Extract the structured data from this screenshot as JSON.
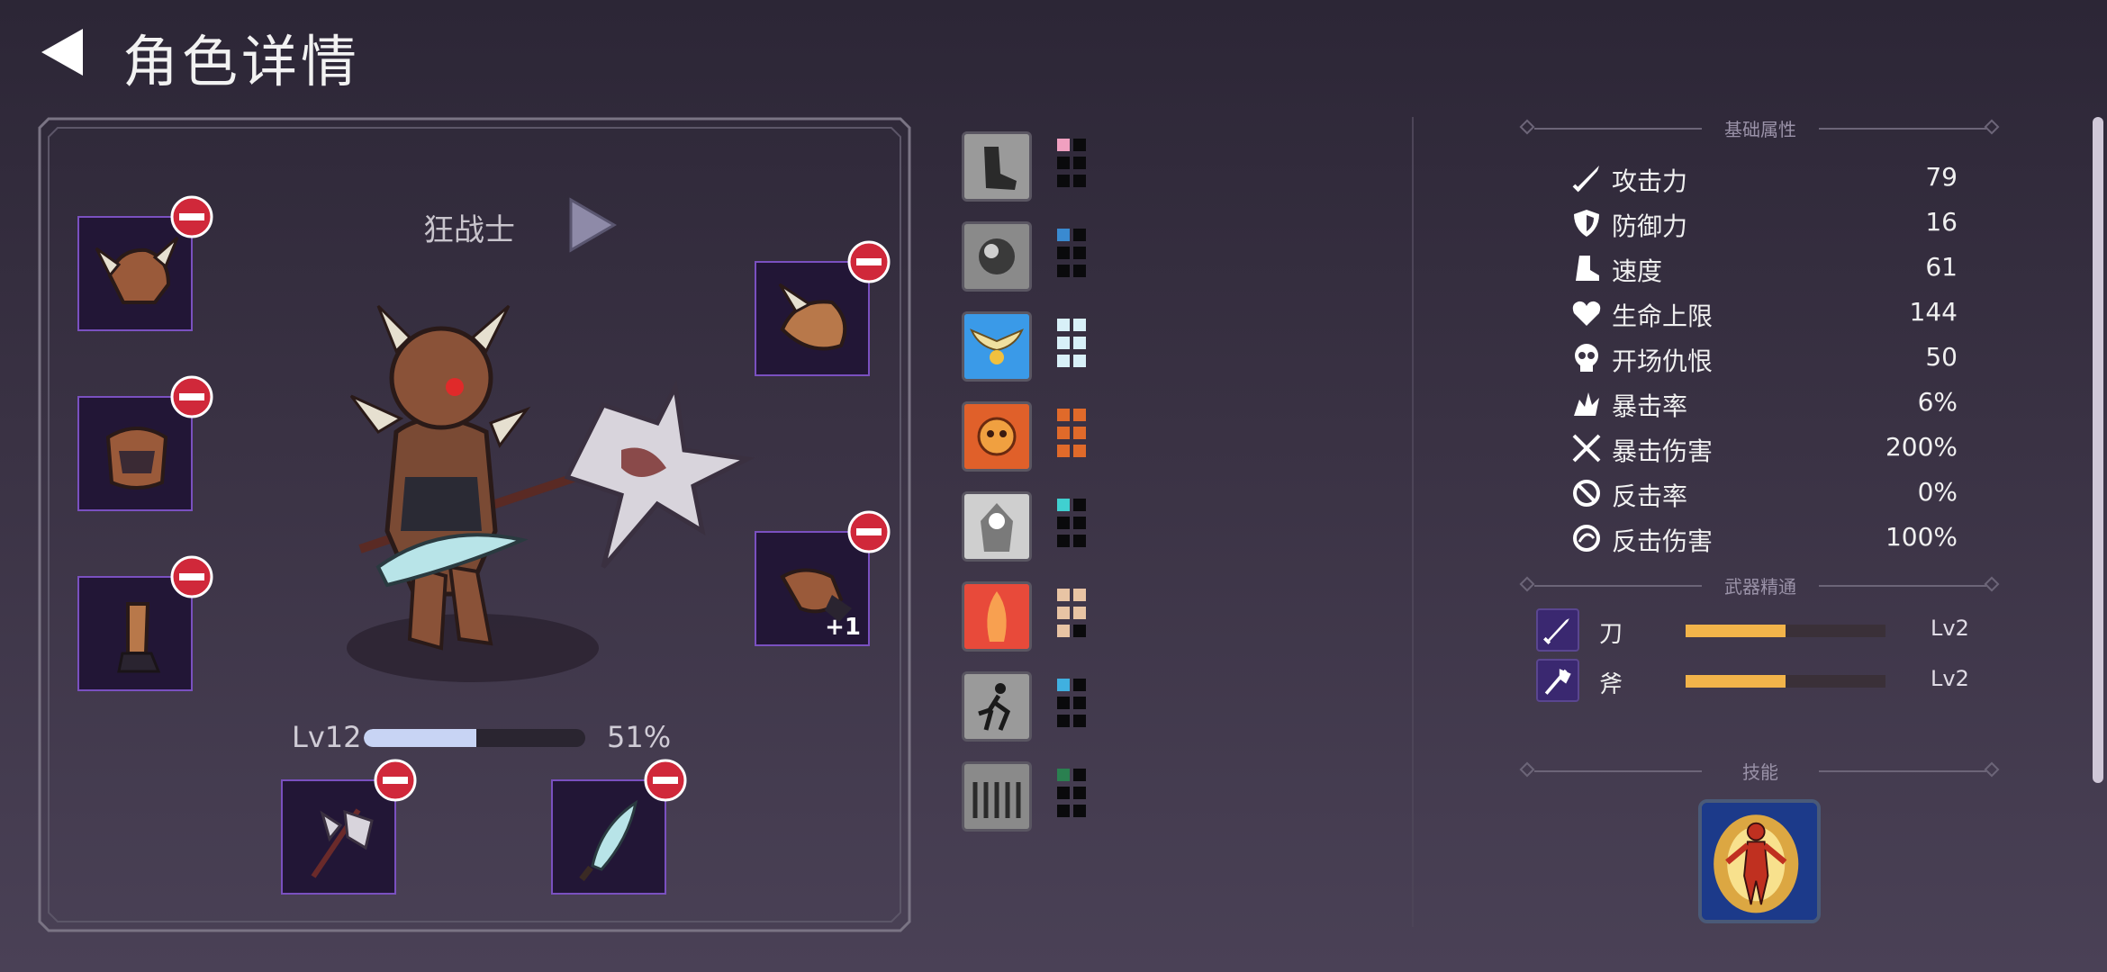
{
  "header": {
    "title": "角色详情"
  },
  "character": {
    "name": "狂战士",
    "level_label": "Lv12",
    "xp_percent_label": "51%",
    "xp_fraction": 0.51
  },
  "equipment": {
    "left": [
      {
        "name": "horned-helmet",
        "bonus": ""
      },
      {
        "name": "chest-armor",
        "bonus": ""
      },
      {
        "name": "leg-armor",
        "bonus": ""
      }
    ],
    "right": [
      {
        "name": "shoulder-pad",
        "bonus": ""
      },
      {
        "name": "gauntlet",
        "bonus": "+1"
      }
    ],
    "weapons": [
      {
        "name": "battle-axe"
      },
      {
        "name": "curved-blade"
      }
    ]
  },
  "skills_column": [
    {
      "icon": "kick-skill-icon",
      "pip_color": "#f0a0c0",
      "pip_count": 1,
      "pip_total": 6
    },
    {
      "icon": "armor-fist-skill-icon",
      "pip_color": "#3a8ad0",
      "pip_count": 1,
      "pip_total": 6
    },
    {
      "icon": "wings-skill-icon",
      "pip_color": "#d8f0f8",
      "pip_count": 6,
      "pip_total": 6
    },
    {
      "icon": "fire-skull-skill-icon",
      "pip_color": "#e06a2a",
      "pip_count": 6,
      "pip_total": 6
    },
    {
      "icon": "ghost-aura-skill-icon",
      "pip_color": "#40d0d0",
      "pip_count": 1,
      "pip_total": 6
    },
    {
      "icon": "flame-body-skill-icon",
      "pip_color": "#e8c4a4",
      "pip_count": 5,
      "pip_total": 6
    },
    {
      "icon": "runner-skill-icon",
      "pip_color": "#40b0e0",
      "pip_count": 1,
      "pip_total": 6
    },
    {
      "icon": "bars-skill-icon",
      "pip_color": "#2a8050",
      "pip_count": 1,
      "pip_total": 6
    }
  ],
  "attributes": {
    "section_title": "基础属性",
    "items": [
      {
        "icon": "sword-icon",
        "label": "攻击力",
        "value": "79"
      },
      {
        "icon": "shield-icon",
        "label": "防御力",
        "value": "16"
      },
      {
        "icon": "boot-icon",
        "label": "速度",
        "value": "61"
      },
      {
        "icon": "heart-icon",
        "label": "生命上限",
        "value": "144"
      },
      {
        "icon": "skull-icon",
        "label": "开场仇恨",
        "value": "50"
      },
      {
        "icon": "burst-icon",
        "label": "暴击率",
        "value": "6%"
      },
      {
        "icon": "crossed-swords-icon",
        "label": "暴击伤害",
        "value": "200%"
      },
      {
        "icon": "counter-icon",
        "label": "反击率",
        "value": "0%"
      },
      {
        "icon": "counter-damage-icon",
        "label": "反击伤害",
        "value": "100%"
      }
    ]
  },
  "mastery": {
    "section_title": "武器精通",
    "items": [
      {
        "icon": "blade-mastery-icon",
        "label": "刀",
        "level": "Lv2",
        "progress": 0.5
      },
      {
        "icon": "axe-mastery-icon",
        "label": "斧",
        "level": "Lv2",
        "progress": 0.5
      }
    ]
  },
  "skills": {
    "section_title": "技能",
    "icon": "rage-aura-skill-icon"
  },
  "colors": {
    "slot_border": "#7a50c0",
    "remove_badge": "#d0283a",
    "mastery_fill": "#f2b44a",
    "xp_fill": "#c8d4f4"
  }
}
